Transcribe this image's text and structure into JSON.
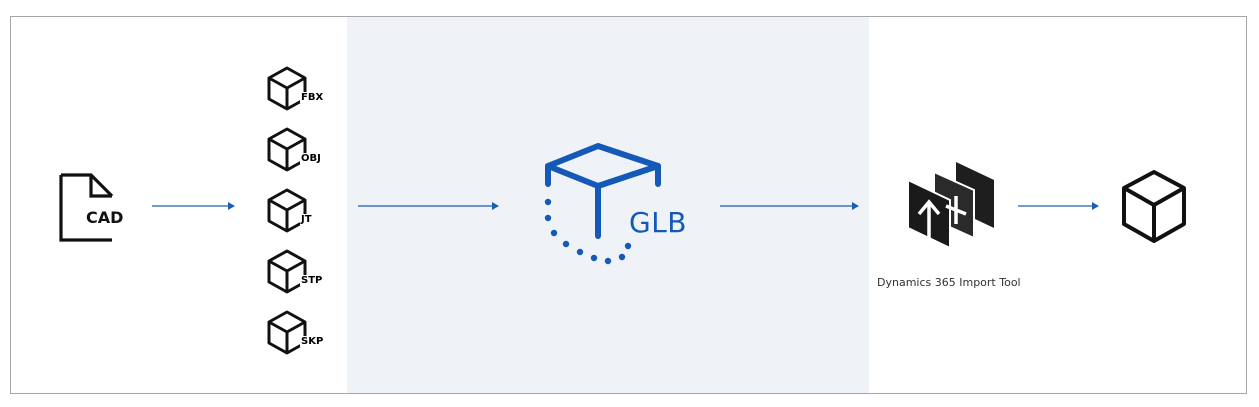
{
  "source": {
    "label": "CAD",
    "icon": "document-icon"
  },
  "formats": [
    {
      "label": "FBX",
      "icon": "cube-icon"
    },
    {
      "label": "OBJ",
      "icon": "cube-icon"
    },
    {
      "label": "JT",
      "icon": "cube-icon"
    },
    {
      "label": "STP",
      "icon": "cube-icon"
    },
    {
      "label": "SKP",
      "icon": "cube-icon"
    }
  ],
  "glb": {
    "label": "GLB",
    "icon": "glb-cube-icon",
    "color": "#1459b8"
  },
  "tool": {
    "label": "Dynamics 365 Import Tool",
    "icon": "dynamics-import-icon"
  },
  "output": {
    "icon": "cube-icon"
  },
  "colors": {
    "arrow": "#1f5fb0",
    "highlight_band": "#eff3f8",
    "frame_border": "#a6a6a6"
  }
}
